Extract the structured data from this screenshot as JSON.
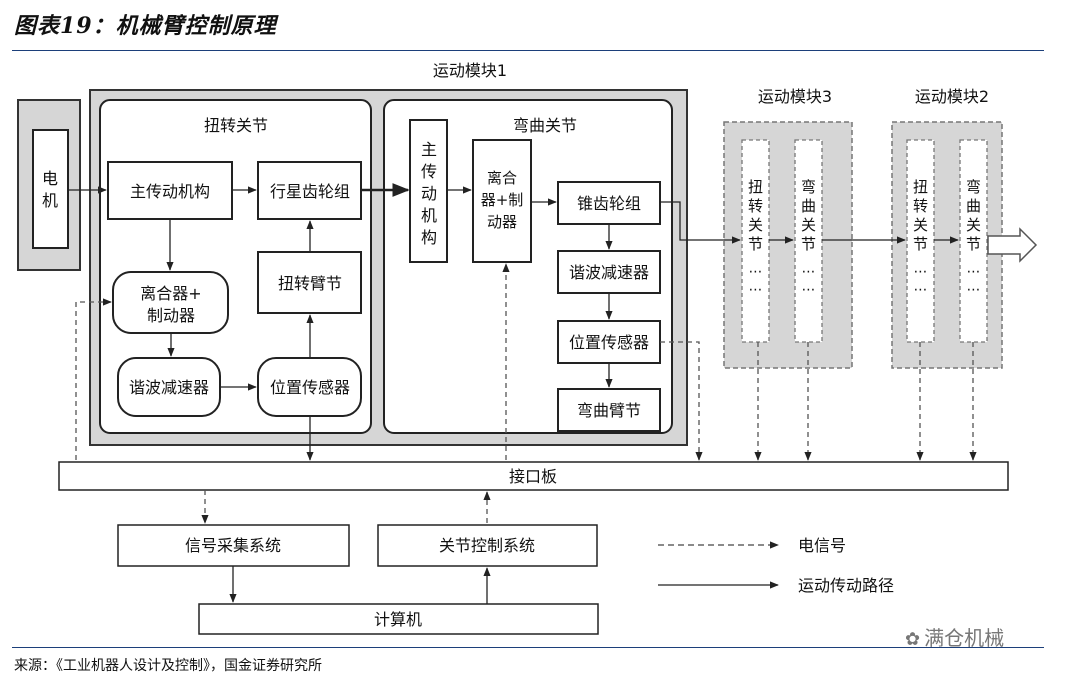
{
  "title": "图表19：机械臂控制原理",
  "source": "来源：《工业机器人设计及控制》，国金证券研究所",
  "watermark": "满仓机械",
  "colors": {
    "module_fill": "#d6d6d6",
    "frame_border": "#333333",
    "rule": "#1c3f7a"
  },
  "modules": {
    "m1": "运动模块1",
    "m3": "运动模块3",
    "m2": "运动模块2"
  },
  "motor": "电机",
  "twist_joint": {
    "title": "扭转关节",
    "main_drive": "主传动机构",
    "planetary": "行星齿轮组",
    "clutch_brake": "离合器+\n制动器",
    "twist_arm": "扭转臂节",
    "harmonic": "谐波减速器",
    "position_sensor": "位置传感器"
  },
  "bend_joint": {
    "title": "弯曲关节",
    "main_drive": "主传动机构",
    "clutch_brake": "离合器+制动器",
    "bevel": "锥齿轮组",
    "harmonic": "谐波减速器",
    "position_sensor": "位置传感器",
    "bend_arm": "弯曲臂节"
  },
  "sub_modules": {
    "twist": "扭转关节",
    "bend": "弯曲关节",
    "dots": "⋯⋯"
  },
  "interface_board": "接口板",
  "signal_system": "信号采集系统",
  "joint_control": "关节控制系统",
  "computer": "计算机",
  "legend": {
    "electric": "电信号",
    "motion": "运动传动路径"
  }
}
